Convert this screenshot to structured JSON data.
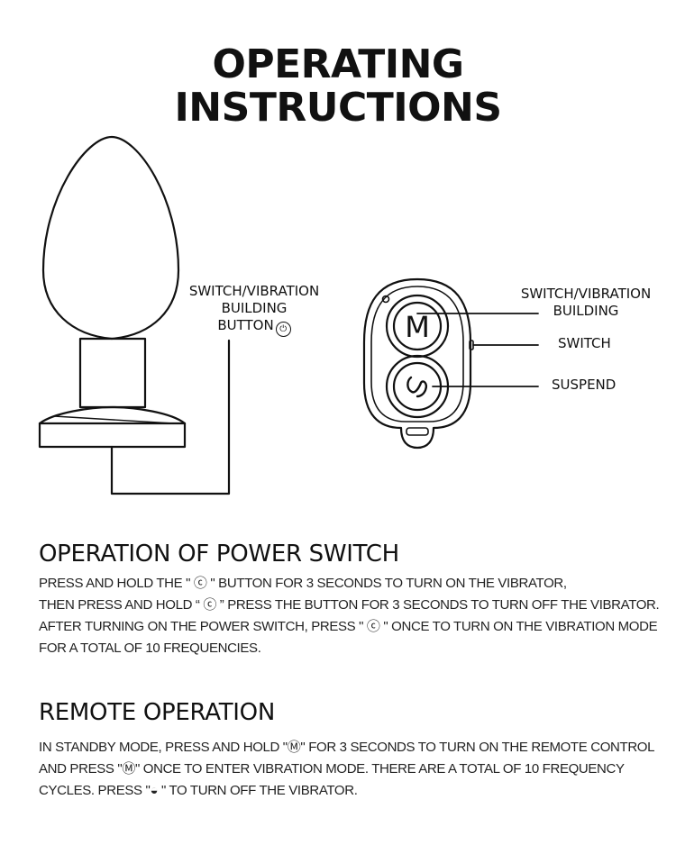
{
  "header": {
    "title_line1": "OPERATING",
    "title_line2": "INSTRUCTIONS"
  },
  "diagram": {
    "device_label_line1": "SWITCH/VIBRATION",
    "device_label_line2": "BUILDING",
    "device_label_line3": "BUTTON",
    "power_icon": "power-icon",
    "remote_label_mode_line1": "SWITCH/VIBRATION",
    "remote_label_mode_line2": "BUILDING",
    "remote_label_switch": "SWITCH",
    "remote_label_suspend": "SUSPEND",
    "remote_mode_glyph": "M",
    "line_color": "#111111"
  },
  "power_section": {
    "heading": "OPERATION OF POWER SWITCH",
    "lines": [
      "PRESS AND HOLD THE \" ⓒ \" BUTTON FOR 3 SECONDS TO TURN ON THE VIBRATOR,",
      "THEN PRESS AND HOLD  “ ⓒ ”  PRESS THE BUTTON FOR 3 SECONDS TO TURN OFF THE VIBRATOR.",
      "AFTER TURNING ON THE POWER SWITCH, PRESS \" ⓒ \" ONCE TO TURN ON THE VIBRATION MODE",
      "FOR A TOTAL OF 10 FREQUENCIES."
    ]
  },
  "remote_section": {
    "heading": "REMOTE OPERATION",
    "lines": [
      "IN STANDBY MODE, PRESS AND HOLD \"Ⓜ\" FOR 3 SECONDS TO TURN ON THE REMOTE CONTROL",
      " AND PRESS \"Ⓜ\" ONCE TO ENTER VIBRATION MODE. THERE ARE A TOTAL OF 10 FREQUENCY",
      "CYCLES. PRESS \"◒ \" TO TURN OFF THE VIBRATOR."
    ]
  }
}
